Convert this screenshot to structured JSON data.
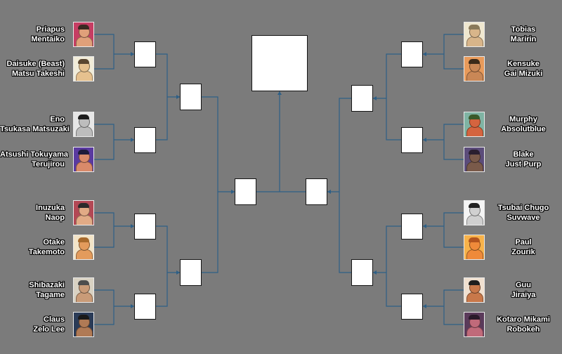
{
  "left_entrants": [
    {
      "line1": "Priapus",
      "line2": "Mentaiko",
      "palette": {
        "bg": "#c63d63",
        "skin": "#e0a07a",
        "hair": "#3a2a22"
      }
    },
    {
      "line1": "Daisuke (Beast)",
      "line2": "Matsu Takeshi",
      "palette": {
        "bg": "#f1ecd9",
        "skin": "#e6c18f",
        "hair": "#5a4630"
      }
    },
    {
      "line1": "Eno",
      "line2": "Tsukasa Matsuzaki",
      "palette": {
        "bg": "#e6e6e6",
        "skin": "#bdbdbd",
        "hair": "#1c1c1c"
      }
    },
    {
      "line1": "Atsushi Tokuyama",
      "line2": "Terujirou",
      "palette": {
        "bg": "#5a3aa0",
        "skin": "#d98a6a",
        "hair": "#1e1b3a"
      }
    },
    {
      "line1": "Inuzuka",
      "line2": "Naop",
      "palette": {
        "bg": "#b34855",
        "skin": "#e2ab86",
        "hair": "#2b2b2b"
      }
    },
    {
      "line1": "Otake",
      "line2": "Takemoto",
      "palette": {
        "bg": "#f3e4c7",
        "skin": "#e39b5c",
        "hair": "#a86a2c"
      }
    },
    {
      "line1": "Shibazaki",
      "line2": "Tagame",
      "palette": {
        "bg": "#d9d2c3",
        "skin": "#c99b78",
        "hair": "#4d4d4d"
      }
    },
    {
      "line1": "Claus",
      "line2": "Zelo Lee",
      "palette": {
        "bg": "#2a3b57",
        "skin": "#b07a55",
        "hair": "#1a1a1a"
      }
    }
  ],
  "right_entrants": [
    {
      "line1": "Tobias",
      "line2": "Maririn",
      "palette": {
        "bg": "#efe7cf",
        "skin": "#d8b58a",
        "hair": "#8a7a5a"
      }
    },
    {
      "line1": "Kensuke",
      "line2": "Gai Mizuki",
      "palette": {
        "bg": "#e89a5a",
        "skin": "#c98756",
        "hair": "#3b2a1a"
      }
    },
    {
      "line1": "Murphy",
      "line2": "Absolutblue",
      "palette": {
        "bg": "#7fb3a3",
        "skin": "#d4643f",
        "hair": "#3a5a2a"
      }
    },
    {
      "line1": "Blake",
      "line2": "Just Purp",
      "palette": {
        "bg": "#5b4c7a",
        "skin": "#7a5a4a",
        "hair": "#2a1f2f"
      }
    },
    {
      "line1": "Tsubai Chugo",
      "line2": "Suvwave",
      "palette": {
        "bg": "#f4f4f4",
        "skin": "#d0d0d0",
        "hair": "#222222"
      }
    },
    {
      "line1": "Paul",
      "line2": "Zourik",
      "palette": {
        "bg": "#f7b24a",
        "skin": "#ef8a3a",
        "hair": "#b3541e"
      }
    },
    {
      "line1": "Guu",
      "line2": "Jiraiya",
      "palette": {
        "bg": "#f0e0d0",
        "skin": "#c8784a",
        "hair": "#1e1e1e"
      }
    },
    {
      "line1": "Kotaro Mikami",
      "line2": "Robokeh",
      "palette": {
        "bg": "#5a3a5a",
        "skin": "#c06a7a",
        "hair": "#2a1a2a"
      }
    }
  ],
  "colors": {
    "background": "#7b7b7b",
    "connector": "#2e5f86",
    "slot_fill": "#ffffff",
    "slot_border": "#151515",
    "name_text": "#ffffff"
  }
}
